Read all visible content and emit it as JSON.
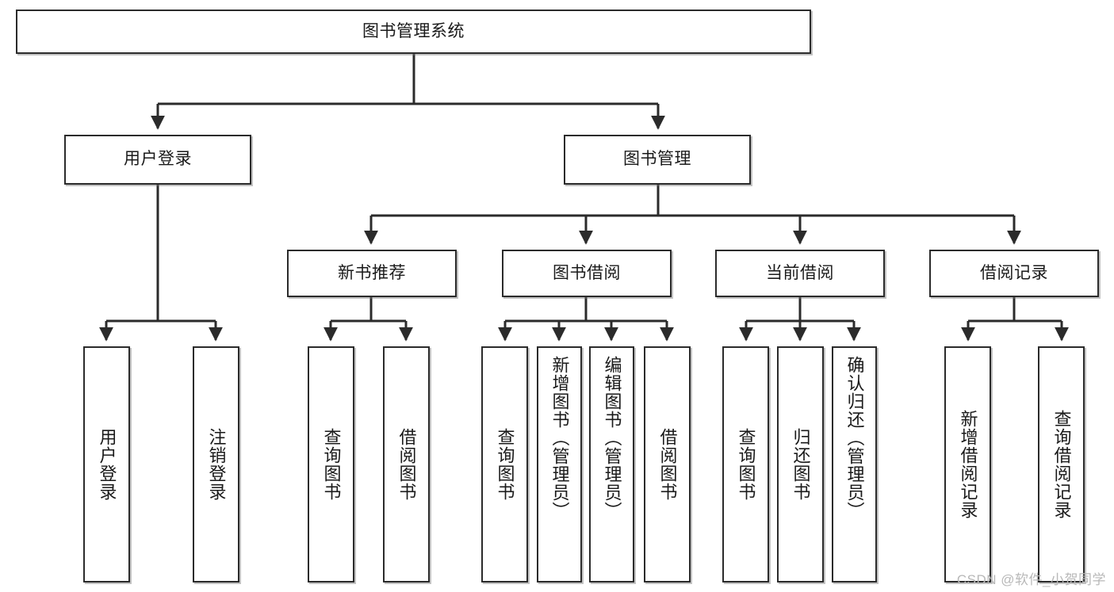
{
  "diagram": {
    "title_box": {
      "label": "图书管理系统"
    },
    "level2": [
      {
        "id": "user-login",
        "label": "用户登录"
      },
      {
        "id": "book-manage",
        "label": "图书管理"
      }
    ],
    "level3": [
      {
        "id": "new-book-recommend",
        "label": "新书推荐"
      },
      {
        "id": "book-borrow",
        "label": "图书借阅"
      },
      {
        "id": "current-borrow",
        "label": "当前借阅"
      },
      {
        "id": "borrow-record",
        "label": "借阅记录"
      }
    ],
    "leaves": [
      {
        "id": "leaf-user-login",
        "label": "用户登录"
      },
      {
        "id": "leaf-logout-login",
        "label": "注销登录"
      },
      {
        "id": "leaf-query-book-1",
        "label": "查询图书"
      },
      {
        "id": "leaf-borrow-book-1",
        "label": "借阅图书"
      },
      {
        "id": "leaf-query-book-2",
        "label": "查询图书"
      },
      {
        "id": "leaf-add-book",
        "label": "新增图书（管理员）"
      },
      {
        "id": "leaf-edit-book",
        "label": "编辑图书（管理员）"
      },
      {
        "id": "leaf-borrow-book-2",
        "label": "借阅图书"
      },
      {
        "id": "leaf-query-book-3",
        "label": "查询图书"
      },
      {
        "id": "leaf-return-book",
        "label": "归还图书"
      },
      {
        "id": "leaf-confirm-return",
        "label": "确认归还（管理员）"
      },
      {
        "id": "leaf-add-record",
        "label": "新增借阅记录"
      },
      {
        "id": "leaf-query-record",
        "label": "查询借阅记录"
      }
    ],
    "watermark": "CSDN @软件_小贺同学",
    "colors": {
      "border": "#2b2b2b",
      "text": "#1a1a1a",
      "background": "#ffffff",
      "watermark": "#b8b8b8"
    }
  }
}
